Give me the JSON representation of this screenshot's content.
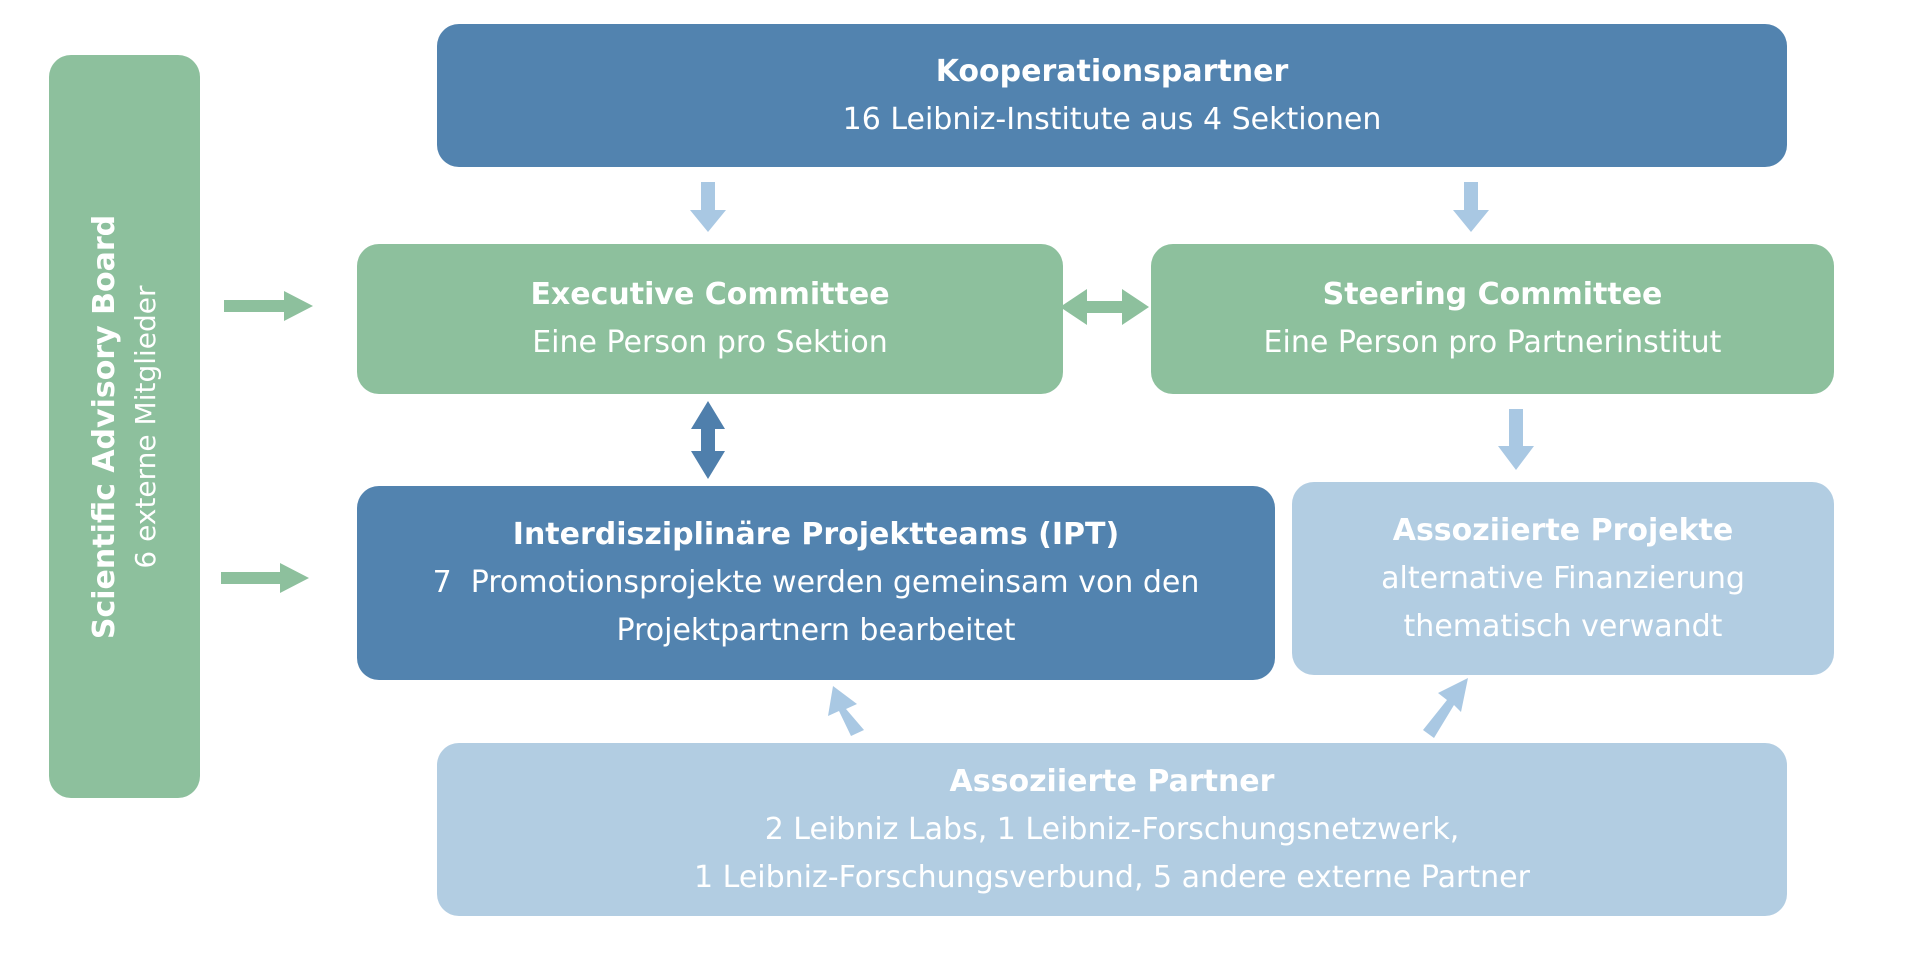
{
  "colors": {
    "blue_dark": "#5283af",
    "green": "#8dc09d",
    "blue_light": "#b2cde2",
    "text_white": "#ffffff",
    "arrow_light_blue": "#a9c8e3",
    "arrow_green": "#8dc09d",
    "arrow_dark_blue": "#4f7fac"
  },
  "nodes": {
    "kooperationspartner": {
      "title": "Kooperationspartner",
      "lines": [
        "16 Leibniz-Institute aus 4 Sektionen"
      ]
    },
    "executive_committee": {
      "title": "Executive Committee",
      "lines": [
        "Eine Person pro Sektion"
      ]
    },
    "steering_committee": {
      "title": "Steering Committee",
      "lines": [
        "Eine Person pro Partnerinstitut"
      ]
    },
    "ipt": {
      "title": "Interdisziplinäre Projektteams (IPT)",
      "lines": [
        "7  Promotionsprojekte werden gemeinsam von den",
        "Projektpartnern bearbeitet"
      ]
    },
    "assoziierte_projekte": {
      "title": "Assoziierte Projekte",
      "lines": [
        "alternative Finanzierung",
        "thematisch verwandt"
      ]
    },
    "assoziierte_partner": {
      "title": "Assoziierte Partner",
      "lines": [
        "2 Leibniz Labs, 1 Leibniz-Forschungsnetzwerk,",
        "1 Leibniz-Forschungsverbund, 5 andere externe Partner"
      ]
    },
    "scientific_advisory_board": {
      "title": "Scientific Advisory Board",
      "lines": [
        "6 externe Mitglieder"
      ]
    }
  },
  "edges": [
    {
      "from": "kooperationspartner",
      "to": "executive_committee",
      "style": "light-blue"
    },
    {
      "from": "kooperationspartner",
      "to": "steering_committee",
      "style": "light-blue"
    },
    {
      "from": "executive_committee",
      "to": "steering_committee",
      "style": "green",
      "bidirectional": true
    },
    {
      "from": "executive_committee",
      "to": "ipt",
      "style": "dark-blue",
      "bidirectional": true
    },
    {
      "from": "steering_committee",
      "to": "assoziierte_projekte",
      "style": "light-blue"
    },
    {
      "from": "scientific_advisory_board",
      "to": "executive_committee",
      "style": "green"
    },
    {
      "from": "scientific_advisory_board",
      "to": "ipt",
      "style": "green"
    },
    {
      "from": "assoziierte_partner",
      "to": "ipt",
      "style": "light-blue"
    },
    {
      "from": "assoziierte_partner",
      "to": "assoziierte_projekte",
      "style": "light-blue"
    }
  ]
}
